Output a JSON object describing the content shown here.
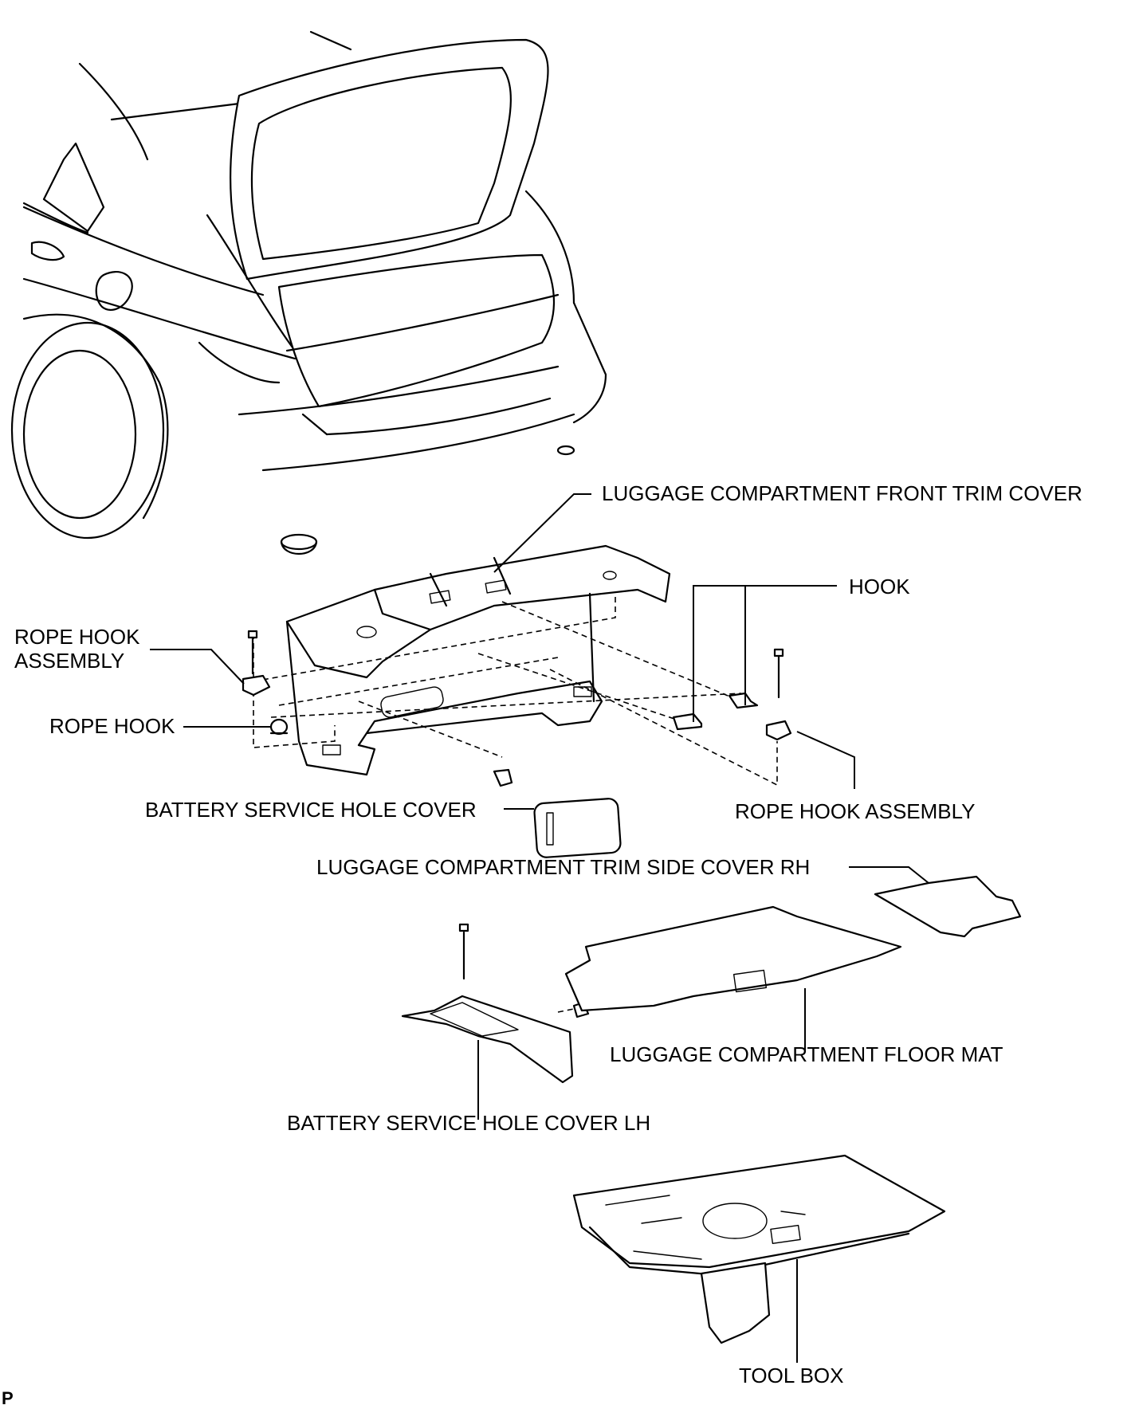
{
  "labels": {
    "front_trim_cover": "LUGGAGE COMPARTMENT FRONT TRIM COVER",
    "hook": "HOOK",
    "rope_hook_assembly_left_line1": "ROPE HOOK",
    "rope_hook_assembly_left_line2": "ASSEMBLY",
    "rope_hook": "ROPE HOOK",
    "battery_service_hole_cover": "BATTERY SERVICE HOLE COVER",
    "rope_hook_assembly_right": "ROPE HOOK ASSEMBLY",
    "trim_side_cover_rh": "LUGGAGE COMPARTMENT TRIM SIDE COVER RH",
    "floor_mat": "LUGGAGE COMPARTMENT FLOOR MAT",
    "battery_service_hole_cover_lh": "BATTERY SERVICE HOLE COVER LH",
    "tool_box": "TOOL BOX"
  },
  "figure_code": "P"
}
